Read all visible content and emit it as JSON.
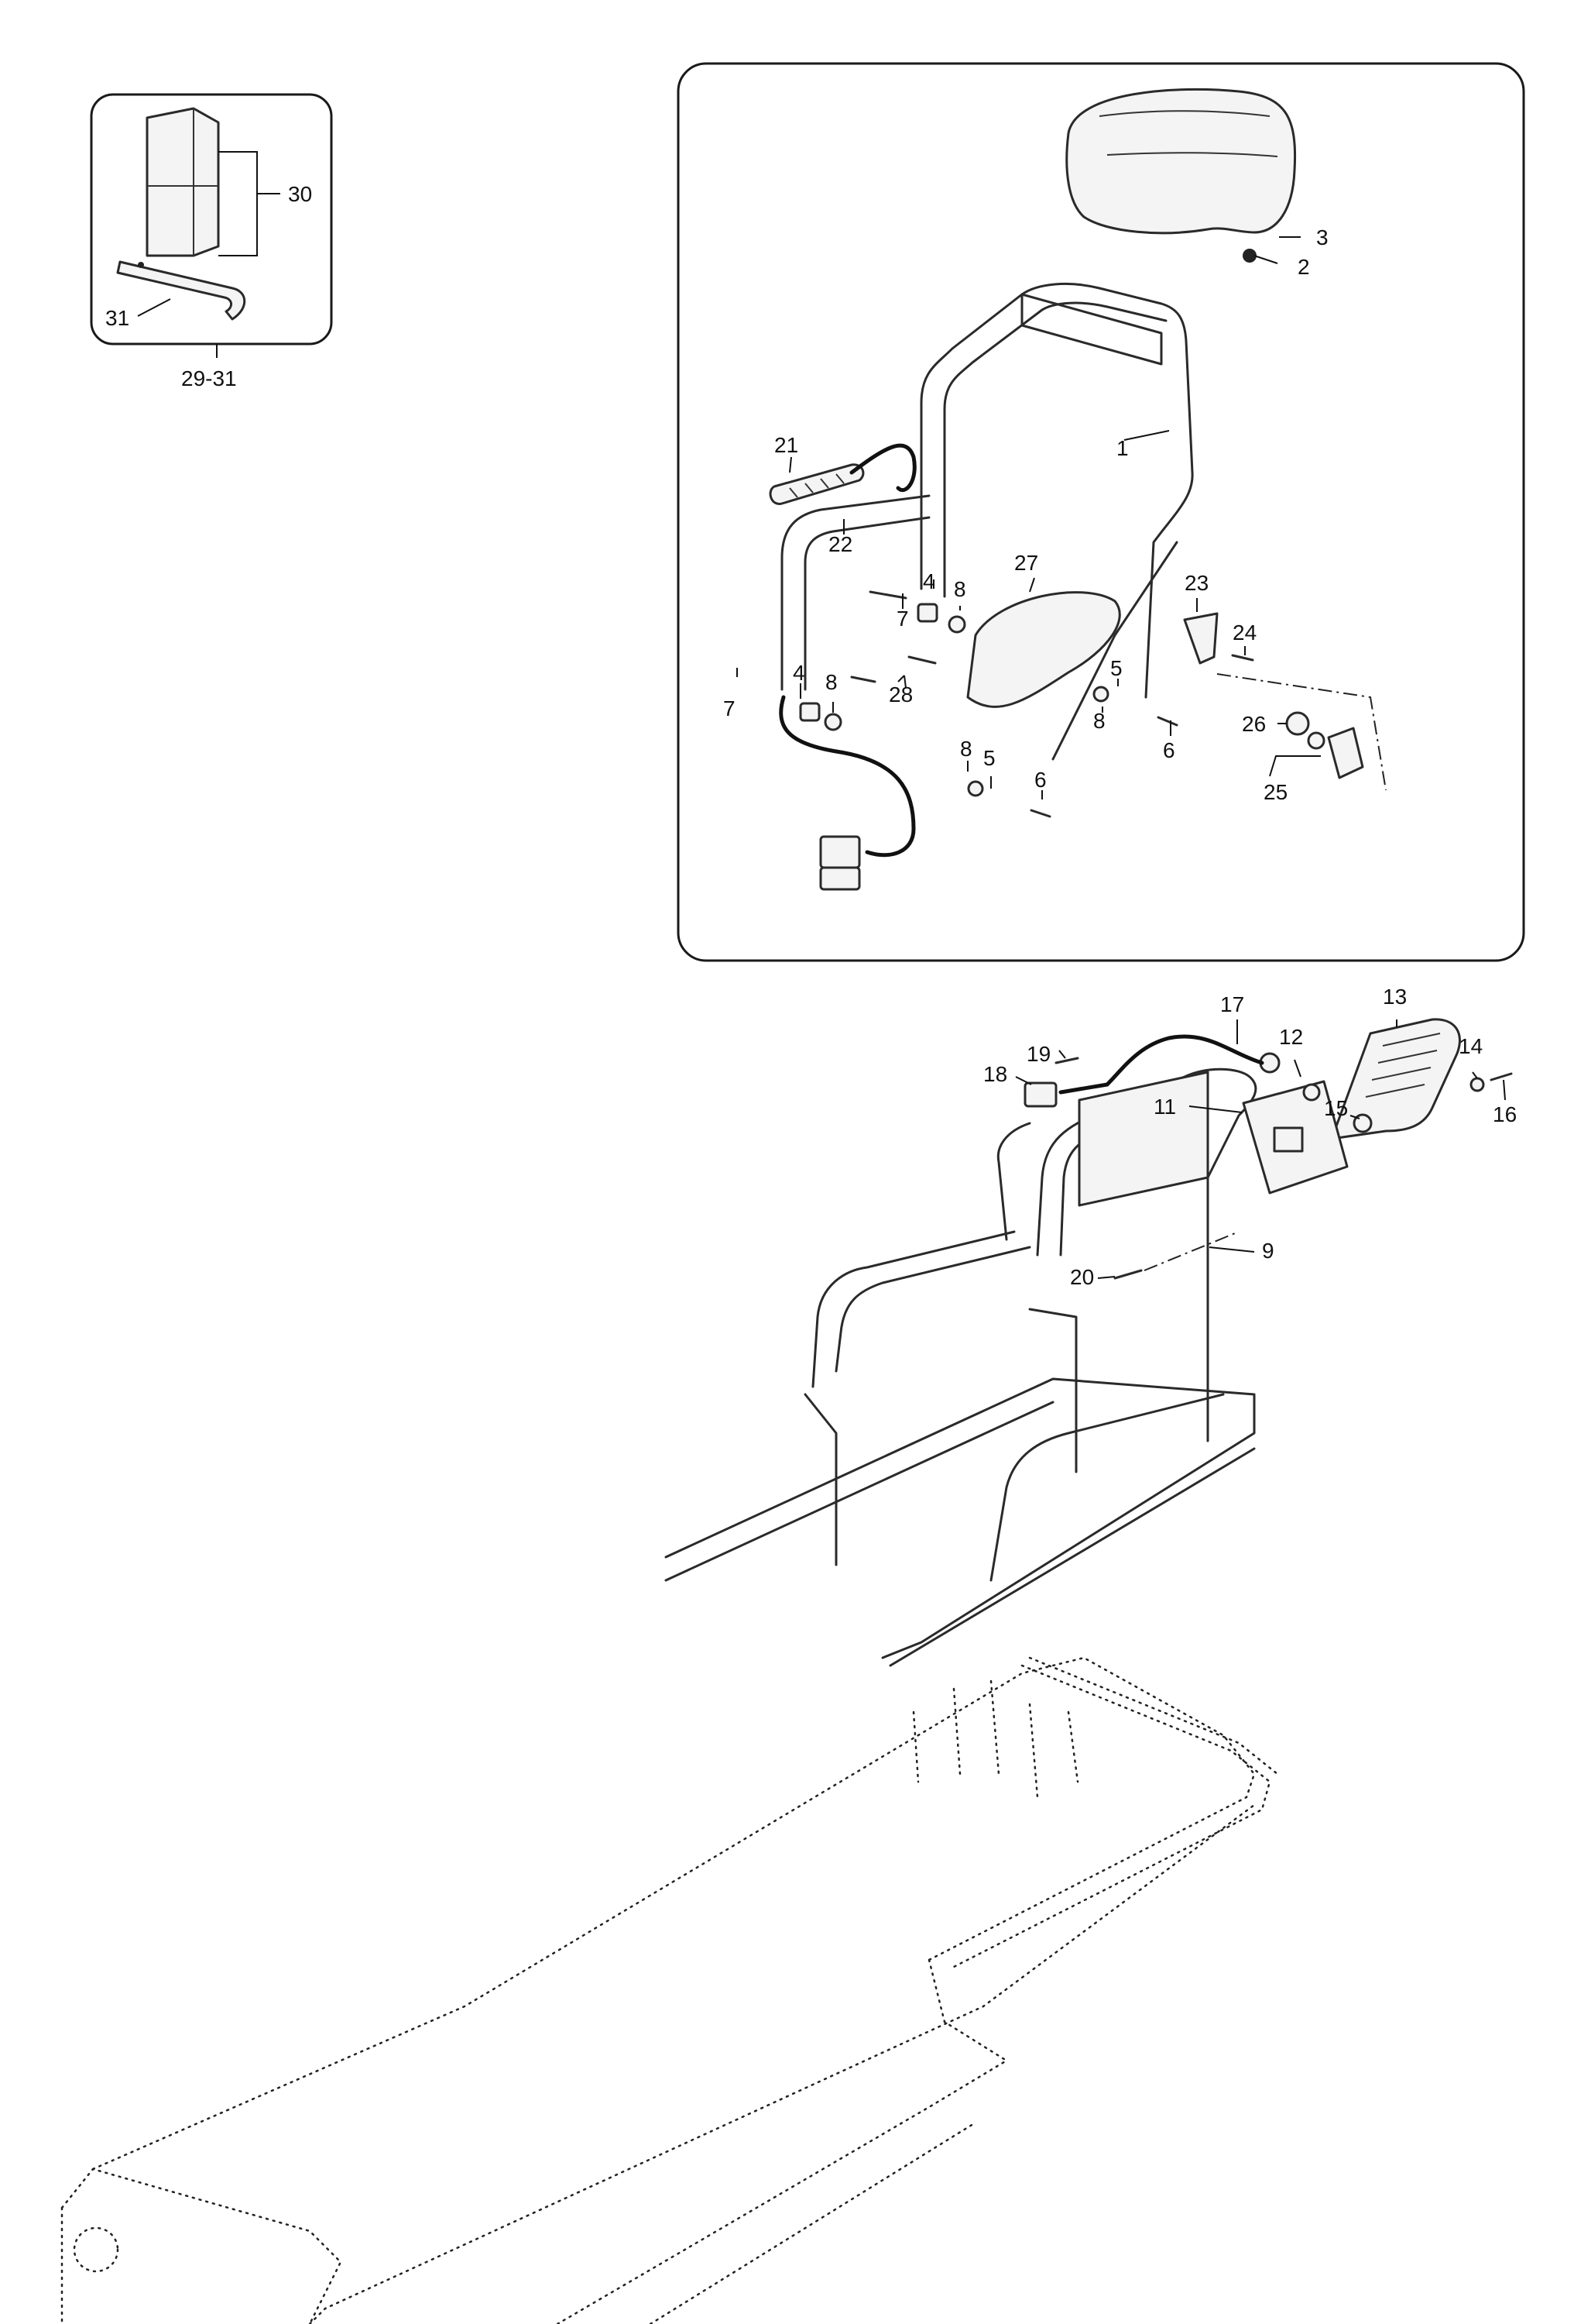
{
  "callouts": {
    "c1": "1",
    "c2": "2",
    "c3": "3",
    "c4a": "4",
    "c4b": "4",
    "c5a": "5",
    "c5b": "5",
    "c6a": "6",
    "c6b": "6",
    "c7a": "7",
    "c7b": "7",
    "c8a": "8",
    "c8b": "8",
    "c8c": "8",
    "c8d": "8",
    "c9": "9",
    "c11": "11",
    "c12": "12",
    "c13": "13",
    "c14": "14",
    "c15": "15",
    "c16": "16",
    "c17": "17",
    "c18": "18",
    "c19": "19",
    "c20": "20",
    "c21": "21",
    "c22": "22",
    "c23": "23",
    "c24": "24",
    "c25": "25",
    "c26": "26",
    "c27": "27",
    "c28": "28",
    "c29_31": "29-31",
    "c30": "30",
    "c31": "31"
  }
}
